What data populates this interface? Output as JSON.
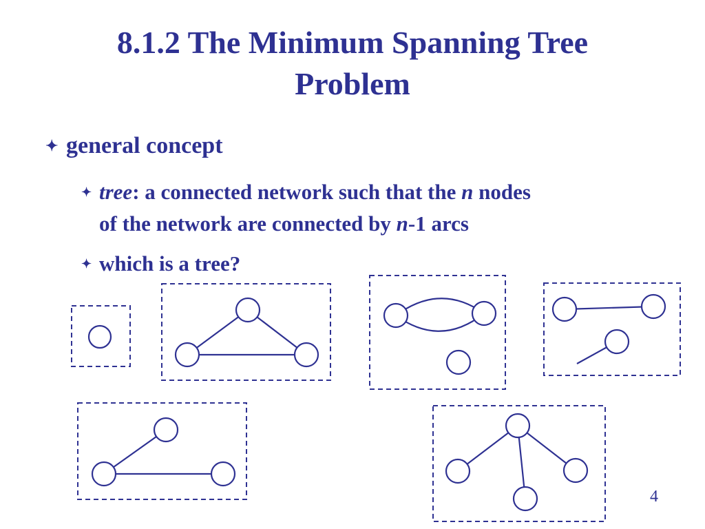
{
  "slide": {
    "title_line1": "8.1.2 The Minimum Spanning Tree",
    "title_line2": "Problem",
    "bullet1": "general concept",
    "bullet2_term": "tree",
    "bullet2_text_a": ": a connected network such that the ",
    "bullet2_n1": "n",
    "bullet2_text_b": " nodes",
    "bullet2_line2": "of the network are connected by ",
    "bullet2_n2": "n",
    "bullet2_text_c": "-1 arcs",
    "bullet3": "which is a tree?",
    "page_number": "4",
    "bullet_icon": "four-point-star-icon",
    "accent_color": "#2e3192"
  }
}
